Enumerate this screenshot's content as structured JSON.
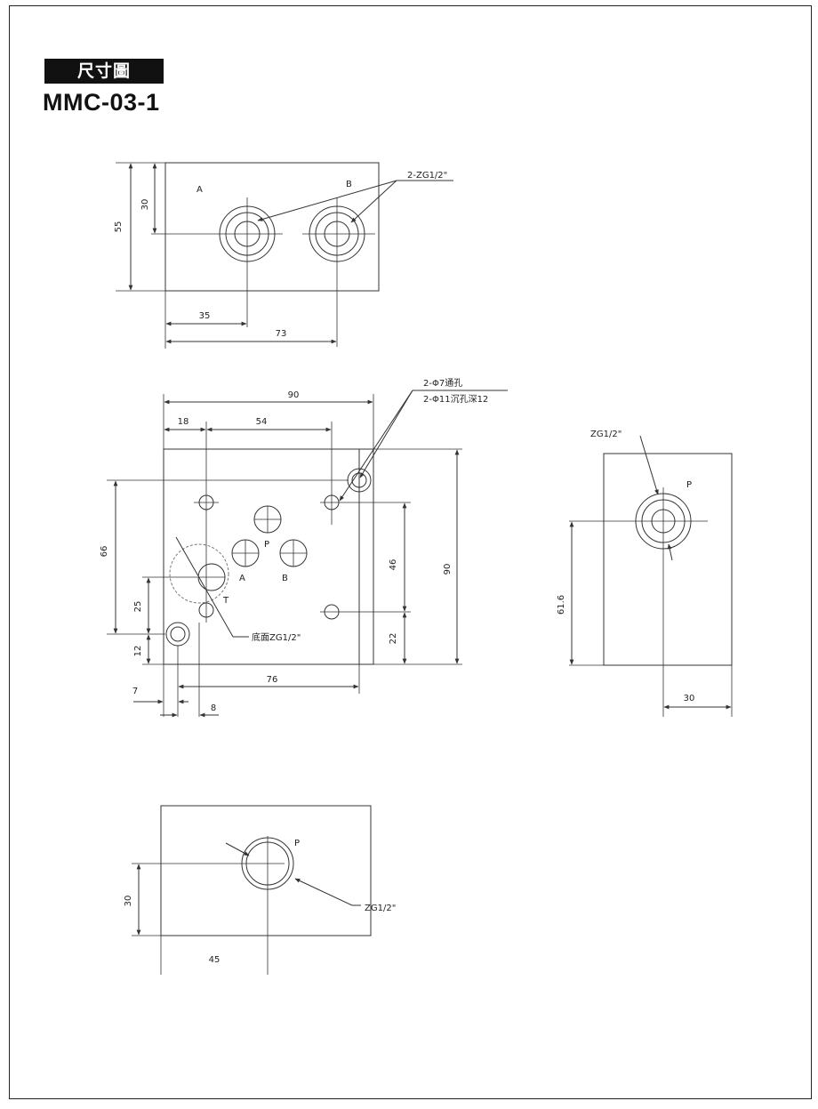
{
  "header": {
    "badge": "尺寸圖",
    "model": "MMC-03-1"
  },
  "top_view": {
    "port_a": "A",
    "port_b": "B",
    "thread": "2-ZG1/2\"",
    "dim_height": "55",
    "dim_center": "30",
    "dim_a_x": "35",
    "dim_b_x": "73"
  },
  "main_view": {
    "dim_width": "90",
    "dim_18": "18",
    "dim_54": "54",
    "note_through": "2-Φ7通孔",
    "note_cbore": "2-Φ11沉孔深12",
    "port_p": "P",
    "port_a": "A",
    "port_b": "B",
    "port_t": "T",
    "bottom_port": "底面ZG1/2\"",
    "dim_66": "66",
    "dim_25": "25",
    "dim_12": "12",
    "dim_7": "7",
    "dim_8": "8",
    "dim_76": "76",
    "dim_46": "46",
    "dim_22": "22",
    "dim_height": "90"
  },
  "side_view": {
    "thread": "ZG1/2\"",
    "port_p": "P",
    "dim_61": "61.6",
    "dim_30": "30"
  },
  "bottom_view": {
    "port_p": "P",
    "thread": "ZG1/2\"",
    "dim_30": "30",
    "dim_45": "45"
  }
}
